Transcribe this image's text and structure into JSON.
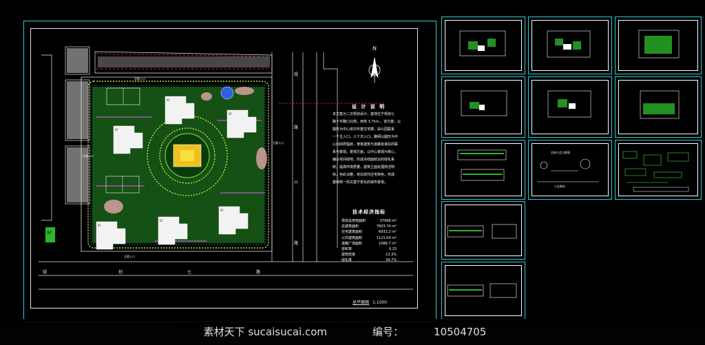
{
  "site_plan": {
    "north_label": "N",
    "road_bottom_chars": [
      "规",
      "划",
      "七",
      "路"
    ],
    "road_right_chars": [
      "规",
      "路",
      "六",
      "路"
    ],
    "entrance_labels": [
      "次要入口",
      "主要入口",
      "次要入口",
      "主要入口"
    ],
    "building_labels": [
      "6F",
      "6F",
      "6F",
      "6F",
      "6F",
      "6F",
      "6F"
    ],
    "parking_label": "5F",
    "design_notes": {
      "title": "设 计 说 明",
      "lines": [
        "本方案为二次规划设计，基地位于规划七",
        "路十字路口北侧，用地 3.7hm 。该方案，以",
        "圆形为中心依次布置住宅楼，由公园联系",
        "一个主入口，三个次入口。路网以圆形为中",
        "心向四周辐射，使各建筑与道路有良好的联",
        "系与景观。景观方面，以中心景观为核心，",
        "辅以宅间绿地，形成点线面结合的绿化系",
        "统，提高环境质量。建筑立面处理简洁明",
        "快，色彩淡雅，突出现代住宅特色，形成",
        "整体统一而又富于变化的城市景观。"
      ]
    },
    "tech_table": {
      "title": "技术经济指标",
      "rows": [
        {
          "label": "规划总用地面积",
          "value": "37068 m²"
        },
        {
          "label": "总建筑面积",
          "value": "7603.74 m²"
        },
        {
          "label": "住宅建筑面积",
          "value": "6932.2 m²"
        },
        {
          "label": "公共建筑面积",
          "value": "1121.54 m²"
        },
        {
          "label": "道路广场面积",
          "value": "1086.7 m²"
        },
        {
          "label": "容积率",
          "value": "0.23"
        },
        {
          "label": "建筑密度",
          "value": "13.3%"
        },
        {
          "label": "绿化率",
          "value": "34.7%"
        }
      ]
    },
    "plan_title": "总平面图",
    "plan_scale": "1:1000"
  },
  "thumb_text": {
    "legend_title": "总体小品与景观",
    "legend_caption": "小品意向"
  },
  "watermark": {
    "site": "素材天下 sucaisucai.com",
    "id_label": "编号：",
    "id_value": "10504705"
  }
}
